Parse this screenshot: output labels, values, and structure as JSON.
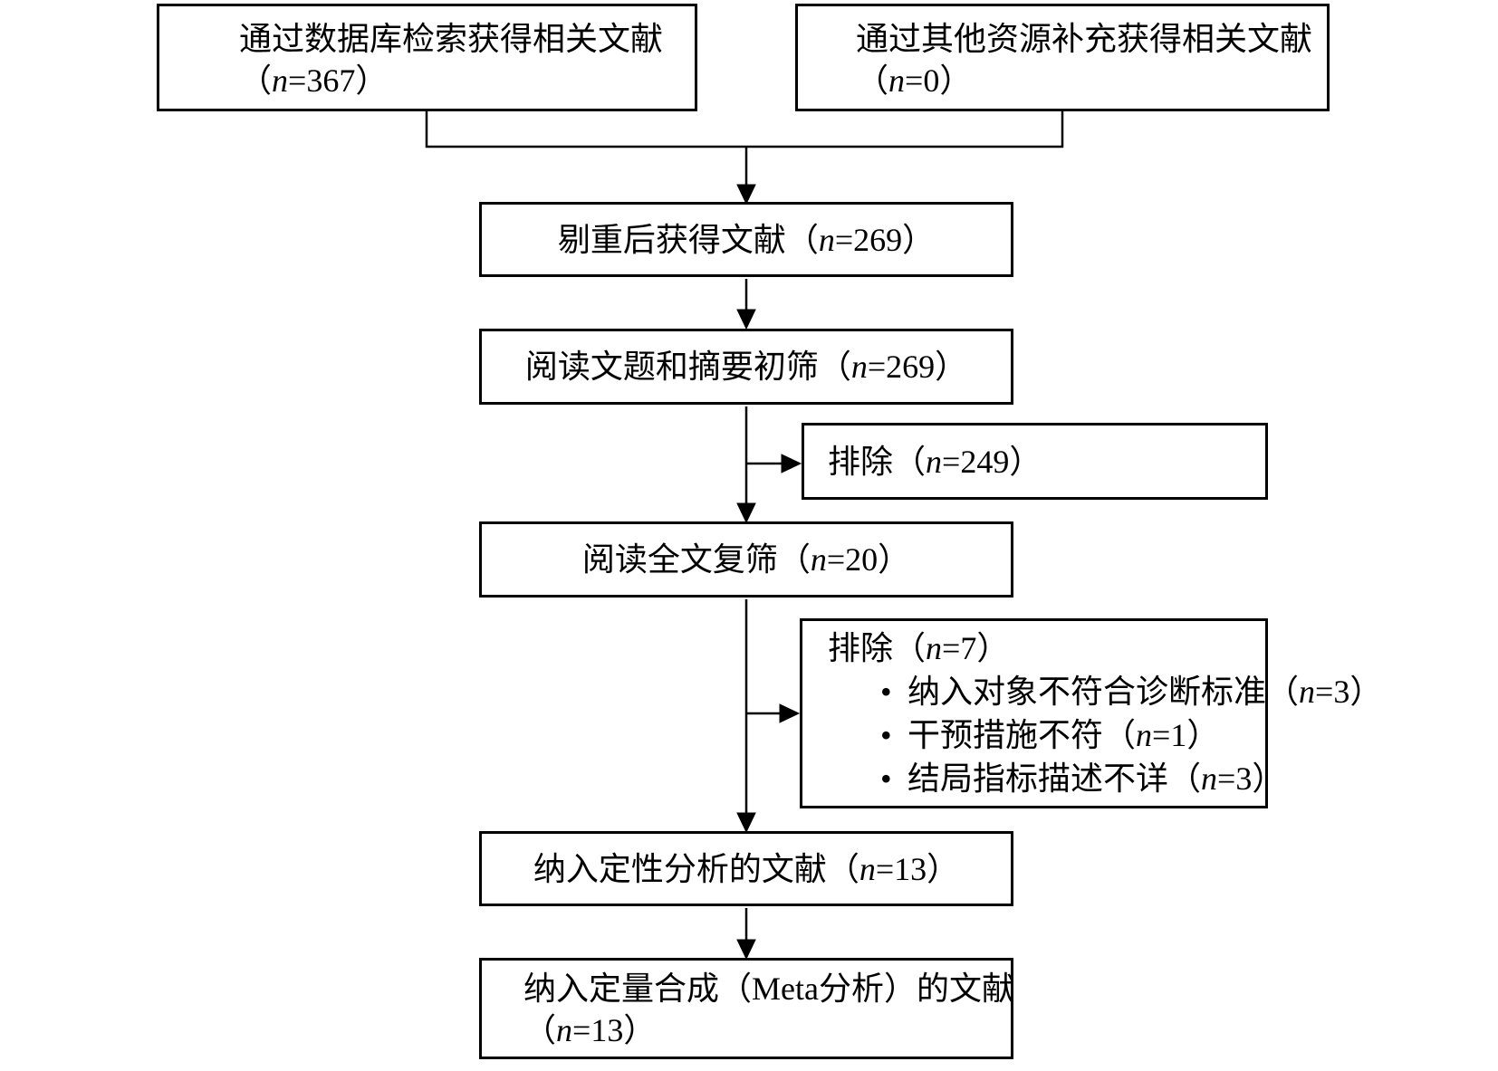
{
  "tokens": {
    "open_paren": "（",
    "n_symbol": "n",
    "equals": "=",
    "close_paren": "）",
    "bullet": "•"
  },
  "colors": {
    "line": "#000000",
    "background": "#ffffff",
    "text": "#000000"
  },
  "chart_type": "flow-diagram",
  "nodes": {
    "db_search": {
      "label": "通过数据库检索获得相关文献",
      "n_value": "367"
    },
    "other_sources": {
      "label": "通过其他资源补充获得相关文献",
      "n_value": "0"
    },
    "dedup": {
      "label": "剔重后获得文献",
      "n_value": "269"
    },
    "title_abstract_screen": {
      "label": "阅读文题和摘要初筛",
      "n_value": "269"
    },
    "excluded_initial": {
      "label": "排除",
      "n_value": "249"
    },
    "fulltext_screen": {
      "label": "阅读全文复筛",
      "n_value": "20"
    },
    "excluded_fulltext": {
      "label": "排除",
      "n_value": "7",
      "reasons": [
        {
          "label": "纳入对象不符合诊断标准",
          "n_value": "3"
        },
        {
          "label": "干预措施不符",
          "n_value": "1"
        },
        {
          "label": "结局指标描述不详",
          "n_value": "3"
        }
      ]
    },
    "qualitative": {
      "label": "纳入定性分析的文献",
      "n_value": "13"
    },
    "quantitative": {
      "label": "纳入定量合成（Meta分析）的文献",
      "n_value": "13"
    }
  }
}
